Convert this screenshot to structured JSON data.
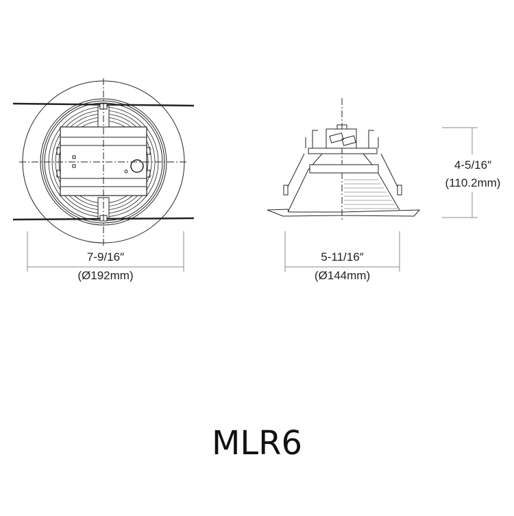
{
  "title": "MLR6",
  "top_view": {
    "width_in": "7-9/16″",
    "width_mm": "(Ø192mm)"
  },
  "side_view": {
    "width_in": "5-11/16″",
    "width_mm": "(Ø144mm)",
    "height_in": "4-5/16″",
    "height_mm": "(110.2mm)"
  },
  "colors": {
    "line": "#222222",
    "background": "#ffffff"
  }
}
